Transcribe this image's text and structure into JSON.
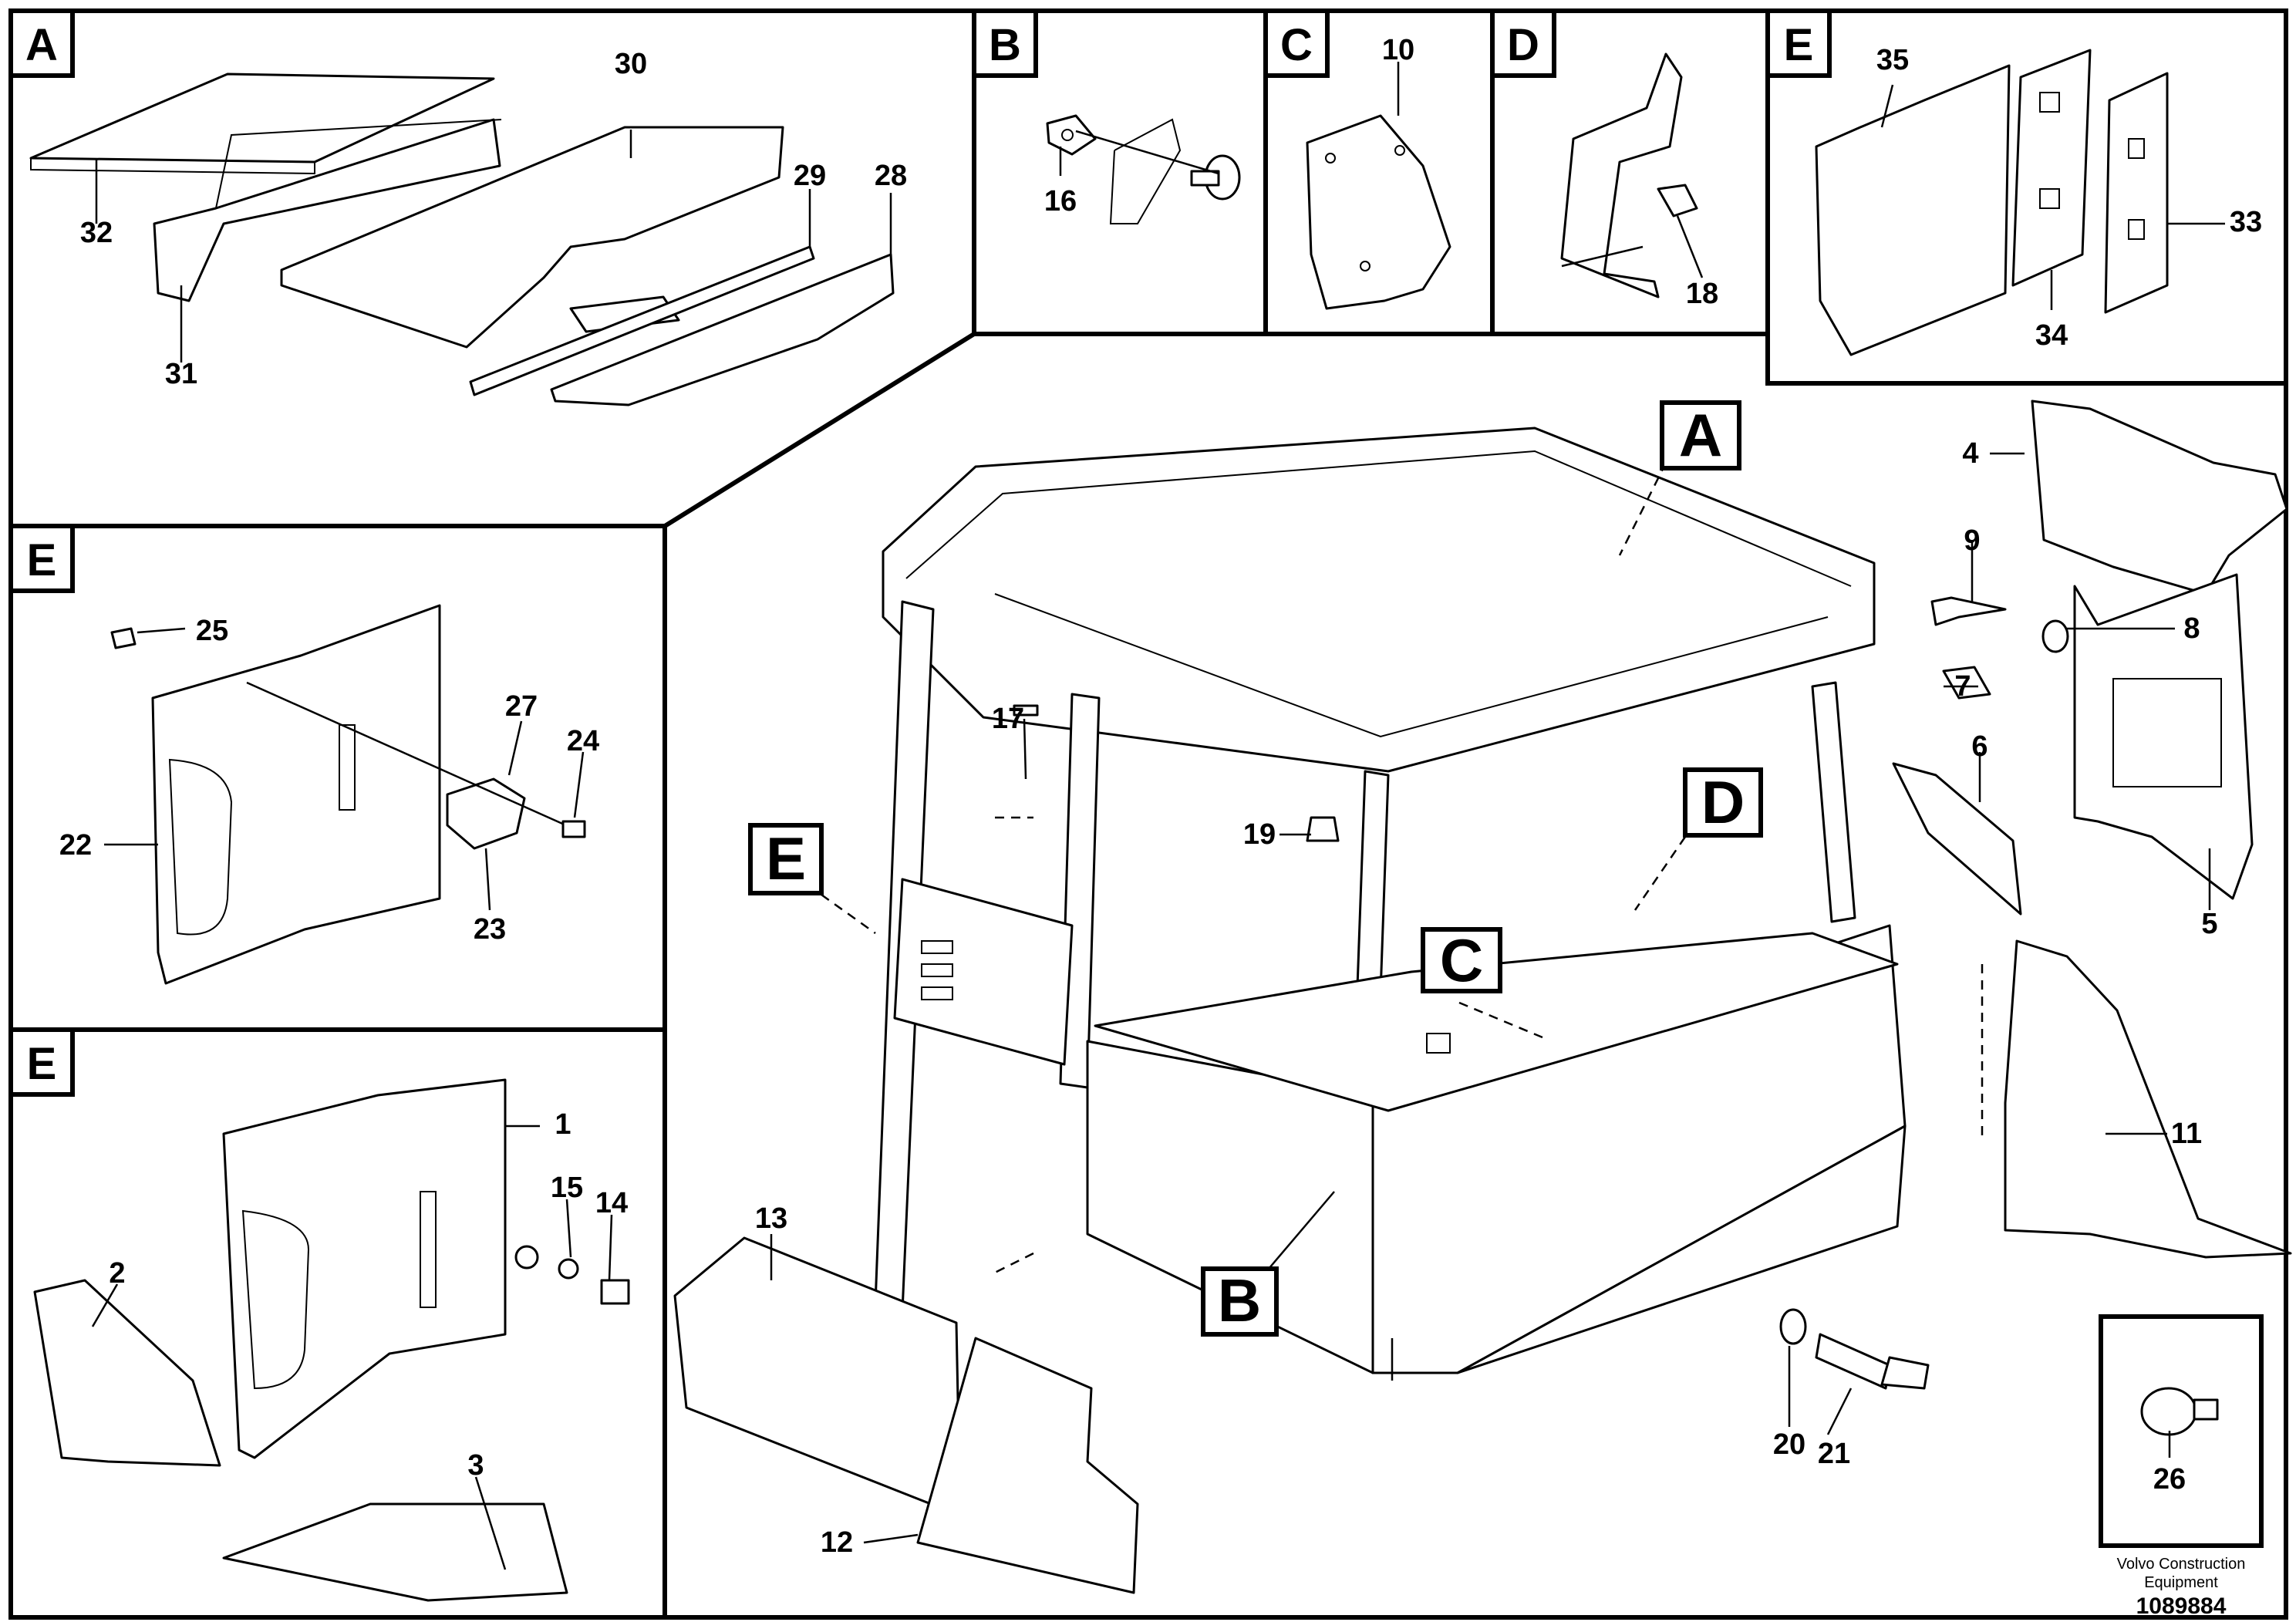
{
  "inset_letters": {
    "a": "A",
    "b": "B",
    "c": "C",
    "d": "D",
    "e_top": "E",
    "e_mid": "E",
    "e_bottom": "E"
  },
  "callouts": {
    "a": "A",
    "b": "B",
    "c": "C",
    "d": "D",
    "e": "E"
  },
  "part_numbers": {
    "p1": "1",
    "p2": "2",
    "p3": "3",
    "p4": "4",
    "p5": "5",
    "p6": "6",
    "p7": "7",
    "p8": "8",
    "p9": "9",
    "p10": "10",
    "p11": "11",
    "p12": "12",
    "p13": "13",
    "p14": "14",
    "p15": "15",
    "p16": "16",
    "p17": "17",
    "p18": "18",
    "p19": "19",
    "p20": "20",
    "p21": "21",
    "p22": "22",
    "p23": "23",
    "p24": "24",
    "p25": "25",
    "p26": "26",
    "p27": "27",
    "p28": "28",
    "p29": "29",
    "p30": "30",
    "p31": "31",
    "p32": "32",
    "p33": "33",
    "p34": "34",
    "p35": "35"
  },
  "footer": {
    "brand_line1": "Volvo Construction",
    "brand_line2": "Equipment",
    "drawing_number": "1089884"
  }
}
